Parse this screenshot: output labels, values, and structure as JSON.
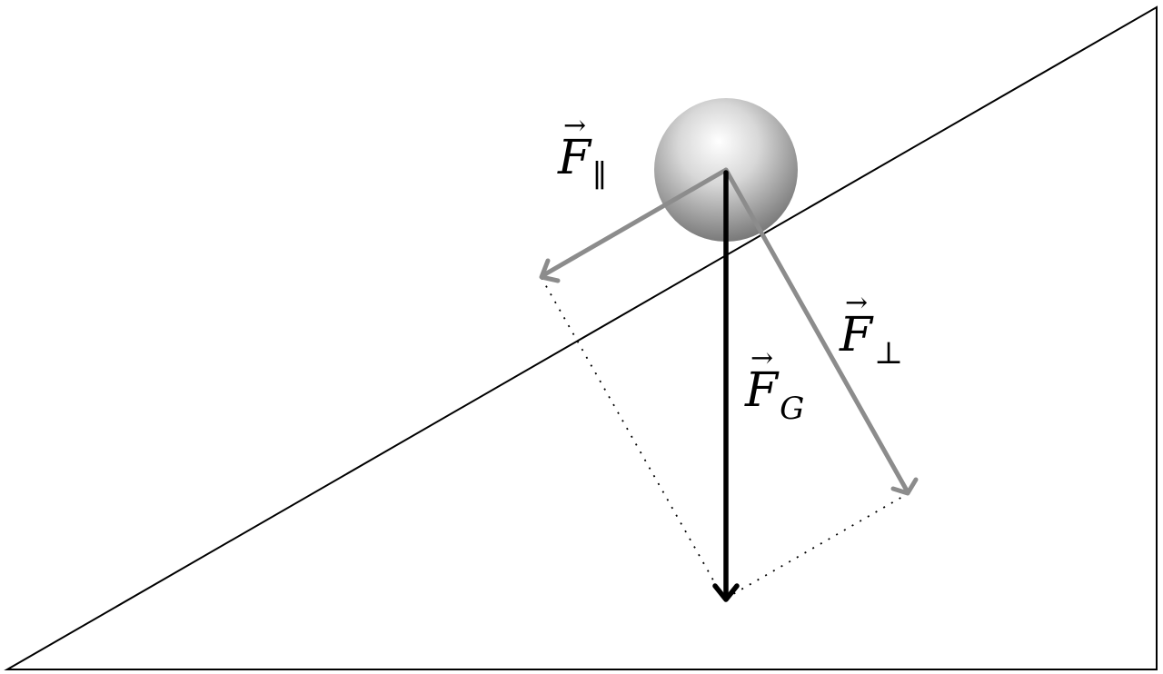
{
  "colors": {
    "background": "#ffffff",
    "outline": "#000000",
    "gravity_vector": "#000000",
    "component_vectors": "#8c8c8c",
    "ball_highlight": "#ffffff",
    "ball_shadow": "#6e6e6e"
  },
  "labels": {
    "parallel": {
      "symbol": "F",
      "arrow": "⃗",
      "subscript": "∥"
    },
    "perpendicular": {
      "symbol": "F",
      "arrow": "⃗",
      "subscript": "⊥"
    },
    "gravity": {
      "symbol": "F",
      "arrow": "⃗",
      "subscript": "G"
    }
  }
}
